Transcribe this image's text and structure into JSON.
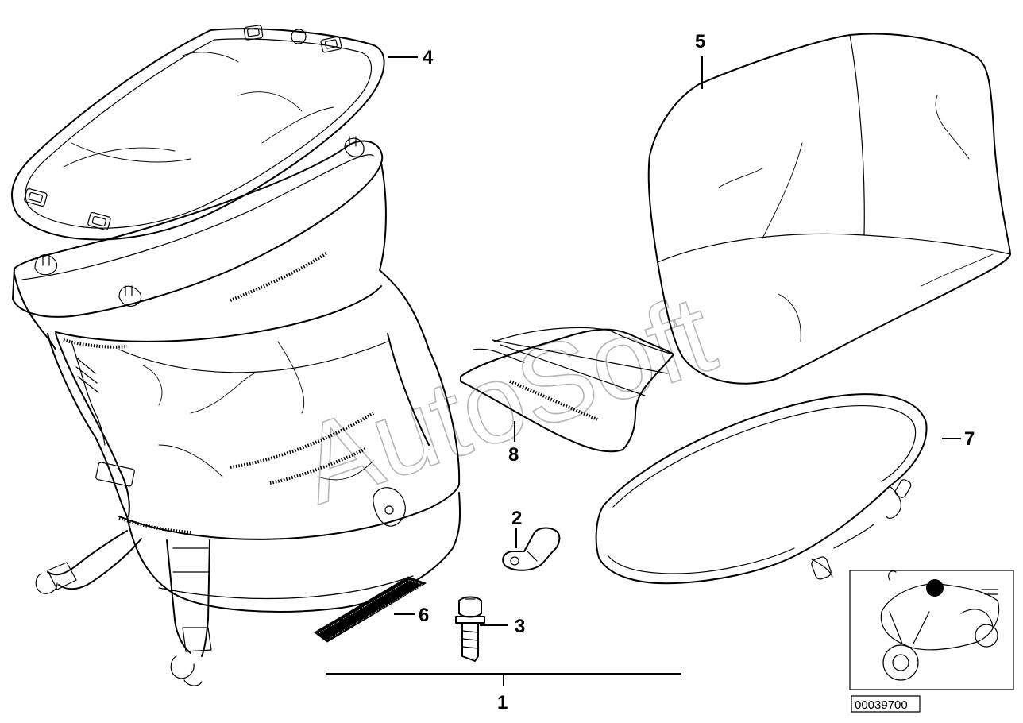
{
  "diagram": {
    "watermark": "AutoSoft",
    "reference_number": "00039700",
    "callouts": [
      {
        "id": "1",
        "label": "1"
      },
      {
        "id": "2",
        "label": "2"
      },
      {
        "id": "3",
        "label": "3"
      },
      {
        "id": "4",
        "label": "4"
      },
      {
        "id": "5",
        "label": "5"
      },
      {
        "id": "6",
        "label": "6"
      },
      {
        "id": "7",
        "label": "7"
      },
      {
        "id": "8",
        "label": "8"
      }
    ]
  }
}
